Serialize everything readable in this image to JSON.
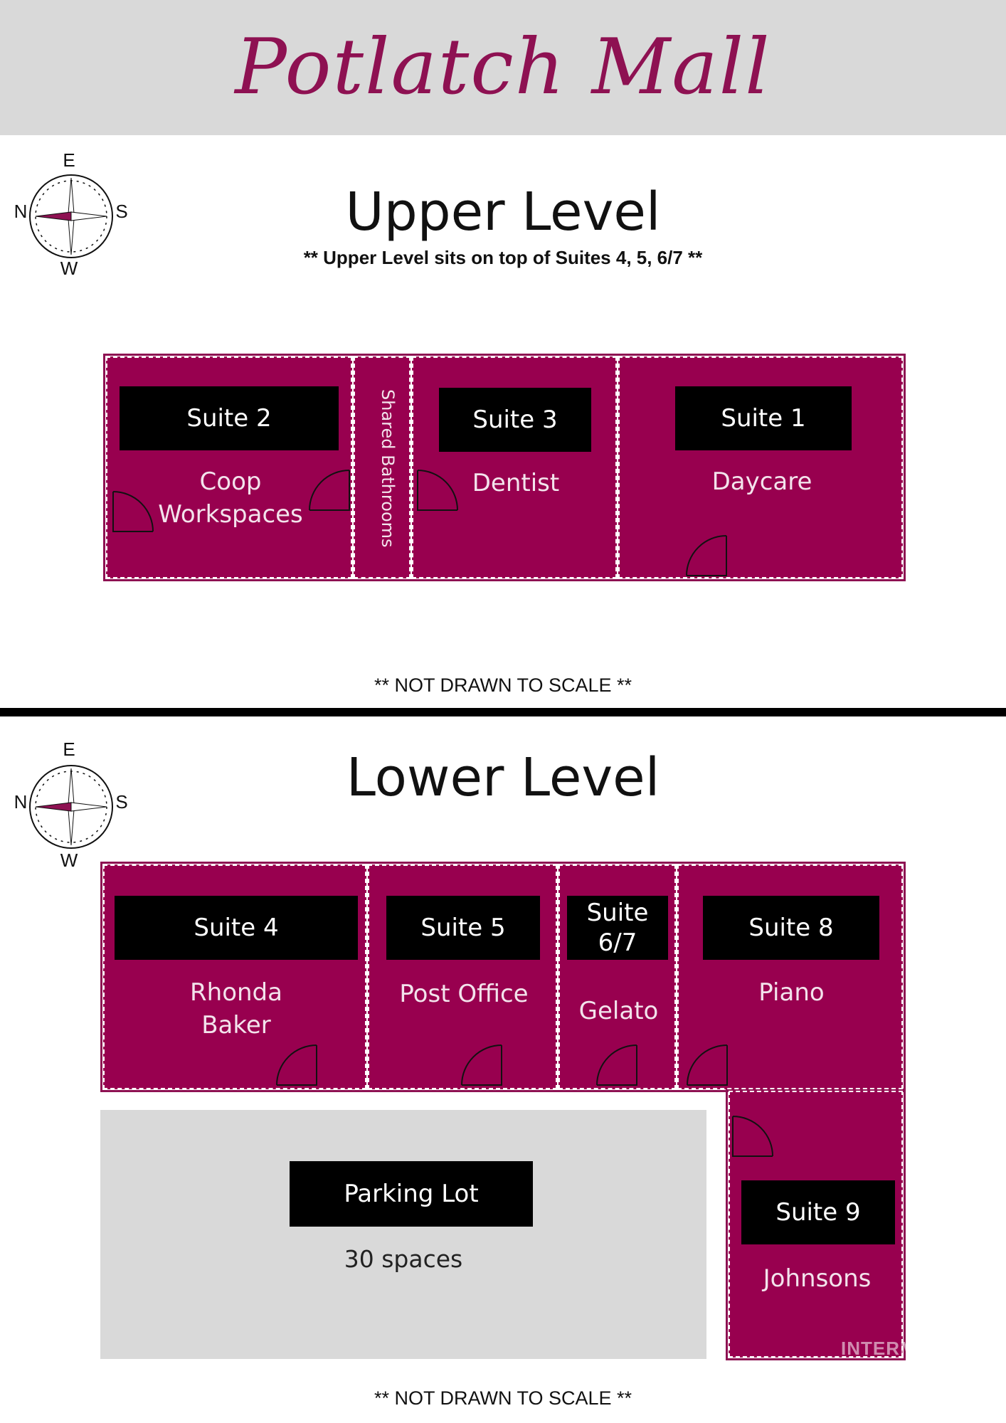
{
  "title": "Potlatch Mall",
  "compass": {
    "e": "E",
    "n": "N",
    "s": "S",
    "w": "W"
  },
  "upper": {
    "heading": "Upper Level",
    "subtitle": "** Upper Level sits on top of Suites 4, 5, 6/7 **",
    "note": "** NOT DRAWN TO SCALE **",
    "shared_bathrooms": "Shared Bathrooms",
    "suites": [
      {
        "tag": "Suite 2",
        "name": "Coop\nWorkspaces"
      },
      {
        "tag": "Suite 3",
        "name": "Dentist"
      },
      {
        "tag": "Suite 1",
        "name": "Daycare"
      }
    ]
  },
  "lower": {
    "heading": "Lower Level",
    "note": "** NOT DRAWN TO SCALE **",
    "suites": [
      {
        "tag": "Suite 4",
        "name": "Rhonda\nBaker"
      },
      {
        "tag": "Suite 5",
        "name": "Post Office"
      },
      {
        "tag": "Suite\n6/7",
        "name": "Gelato"
      },
      {
        "tag": "Suite 8",
        "name": "Piano"
      },
      {
        "tag": "Suite 9",
        "name": "Johnsons"
      }
    ],
    "parking": {
      "tag": "Parking Lot",
      "name": "30 spaces"
    }
  },
  "watermark": "INTERMOUNTAIN",
  "colors": {
    "suite_fill": "#98004f",
    "title": "#8e1152",
    "header_bg": "#d9d9d9",
    "tag_bg": "#000000",
    "parking_bg": "#d9d9d9"
  }
}
